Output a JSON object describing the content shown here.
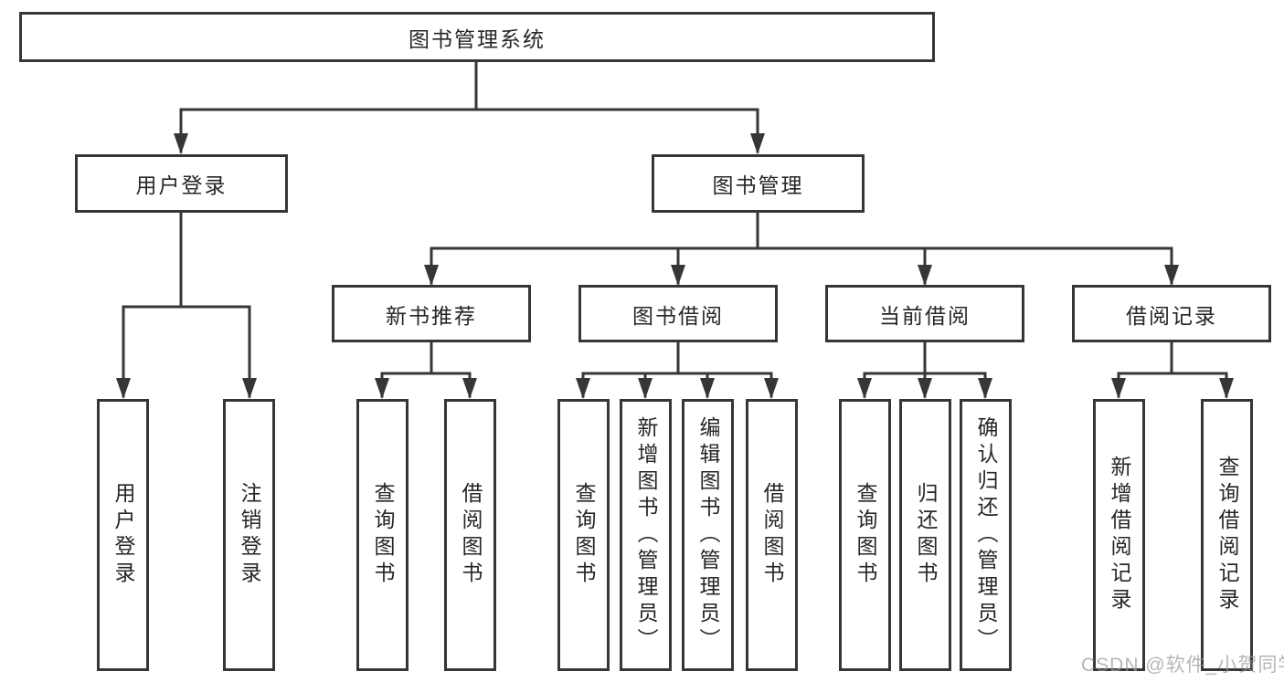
{
  "tree": {
    "label": "图书管理系统",
    "children": [
      {
        "label": "用户登录",
        "children": [
          {
            "label": "用户登录"
          },
          {
            "label": "注销登录"
          }
        ]
      },
      {
        "label": "图书管理",
        "children": [
          {
            "label": "新书推荐",
            "children": [
              {
                "label": "查询图书"
              },
              {
                "label": "借阅图书"
              }
            ]
          },
          {
            "label": "图书借阅",
            "children": [
              {
                "label": "查询图书"
              },
              {
                "label": "新增图书（管理员）"
              },
              {
                "label": "编辑图书（管理员）"
              },
              {
                "label": "借阅图书"
              }
            ]
          },
          {
            "label": "当前借阅",
            "children": [
              {
                "label": "查询图书"
              },
              {
                "label": "归还图书"
              },
              {
                "label": "确认归还（管理员）"
              }
            ]
          },
          {
            "label": "借阅记录",
            "children": [
              {
                "label": "新增借阅记录"
              },
              {
                "label": "查询借阅记录"
              }
            ]
          }
        ]
      }
    ]
  },
  "watermark": "CSDN @软件_小贺同学",
  "colors": {
    "line": "#363636",
    "text": "#262626",
    "background": "#ffffff",
    "watermark": "#9a9a9a"
  }
}
